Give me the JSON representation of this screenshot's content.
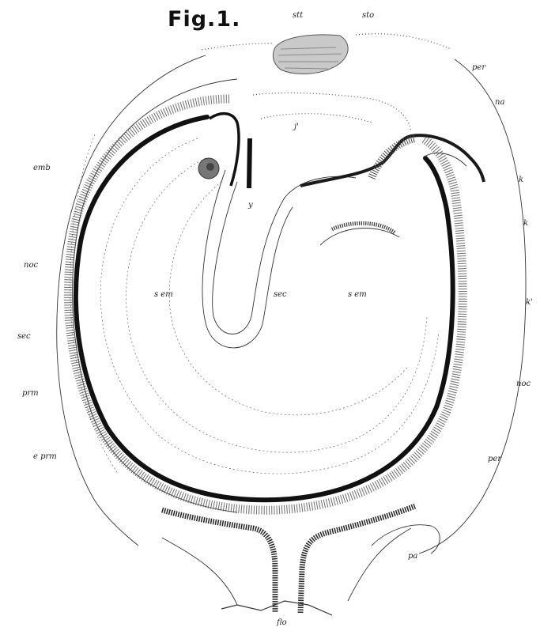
{
  "figure": {
    "title": "Fig.1."
  },
  "labels": {
    "stt": "stt",
    "sto": "sto",
    "per_top": "per",
    "na": "na",
    "emb": "emb",
    "noc_left": "noc",
    "sec_left": "sec",
    "prm": "prm",
    "e_prm": "e prm",
    "k_upper": "k",
    "k_lower": "k",
    "prime": "k'",
    "noc_right": "noc",
    "per_right": "per",
    "s_em": "s em",
    "sec_center": "sec",
    "s_em_right": "s em",
    "y": "y",
    "j": "j'",
    "pa": "pa",
    "flo": "flo"
  }
}
